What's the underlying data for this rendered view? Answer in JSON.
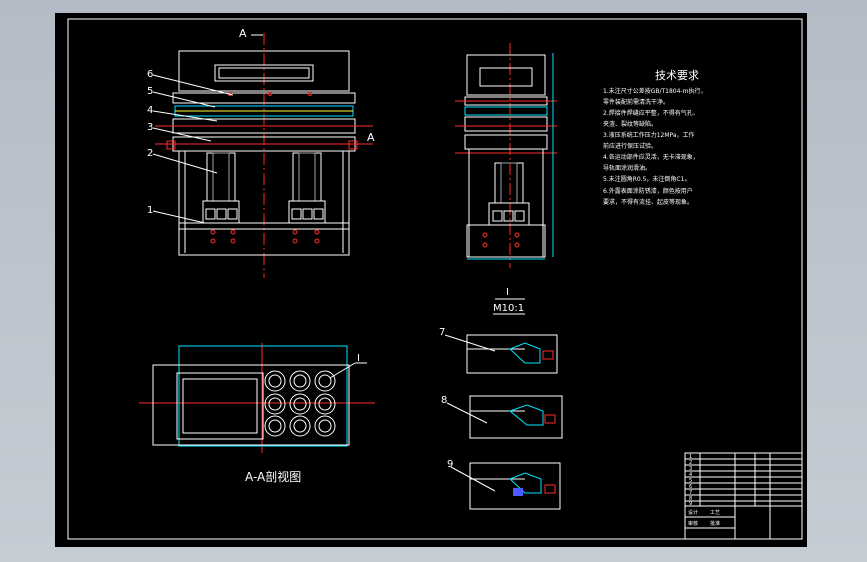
{
  "drawing": {
    "section_mark": "A",
    "section_title": "A-A剖视图",
    "detail_label": "I",
    "detail_scale": "M10:1",
    "part_labels": [
      "1",
      "2",
      "3",
      "4",
      "5",
      "6"
    ],
    "detail_labels": [
      "7",
      "8",
      "9"
    ]
  },
  "tech_notes": {
    "title": "技术要求",
    "lines": [
      "1.未注尺寸公差按GB/T1804-m执行，",
      "  零件装配前需清洗干净。",
      "2.焊接件焊缝应平整，不得有气孔、",
      "  夹渣、裂纹等缺陷。",
      "3.液压系统工作压力12MPa，工作",
      "  前应进行保压试验。",
      "4.各运动部件应灵活，无卡滞现象，",
      "  导轨面涂润滑油。",
      "5.未注圆角R0.5，未注倒角C1。",
      "6.外露表面涂防锈漆，颜色按用户",
      "  要求，不得有流挂、起皮等现象。"
    ]
  },
  "title_block": {
    "rows": [
      "1",
      "2",
      "3",
      "4",
      "5",
      "6",
      "7",
      "8",
      "9"
    ],
    "footer": [
      "设计",
      "审核",
      "工艺",
      "批准"
    ]
  }
}
